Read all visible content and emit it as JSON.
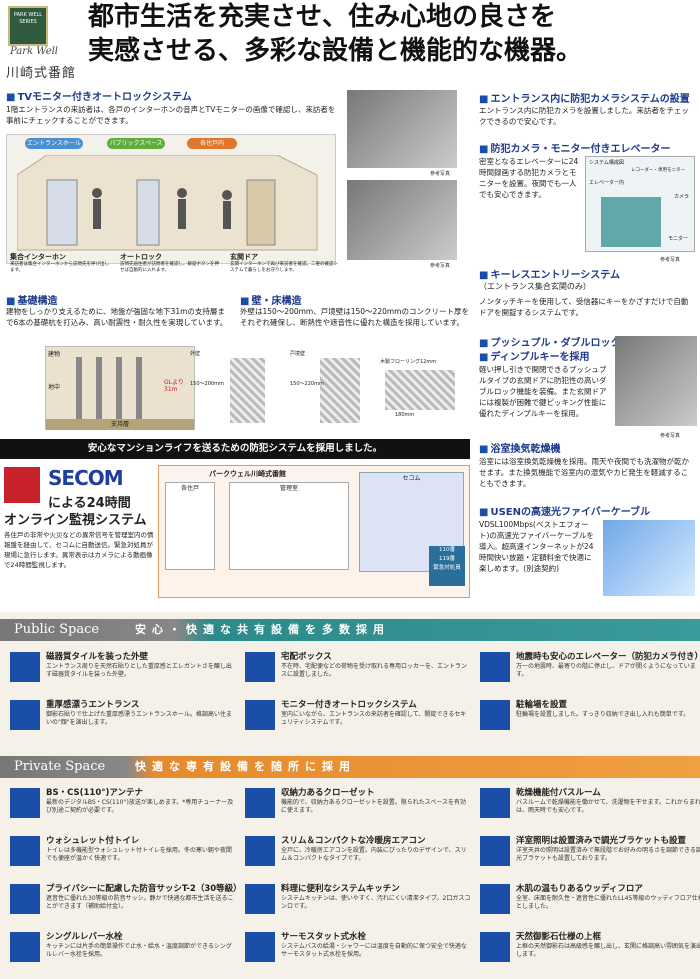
{
  "brand": {
    "logo_line1": "PARK WELL",
    "logo_line2": "SERIES",
    "logo_script": "Park Well",
    "logo_jp": "川崎式番館"
  },
  "headline": {
    "line1": "都市生活を充実させ、住み心地の良さを",
    "line2": "実感させる、多彩な設備と機能的な機器。"
  },
  "tv": {
    "title": "TVモニター付きオートロックシステム",
    "text": "1階エントランスの来訪者は、各戸のインターホンの音声とTVモニターの画像で確認し、来訪者を事前にチェックすることができます。",
    "pills": [
      "エントランスホール",
      "パブリックスペース",
      "各住戸内"
    ],
    "labels": [
      "集合インターホン",
      "オートロック",
      "玄関ドア"
    ],
    "label_descs": [
      "来訪者は集合インターホンから訪問先を呼び出します。",
      "訪問先居住者が訪問者を確認し、解錠ボタンを押せば自動的に入れます。",
      "玄関インターホンで再び来訪者を確認。二重の確認システムで暮らしをお守りします。"
    ]
  },
  "photo_captions": [
    "参考写真",
    "参考写真",
    "参考写真"
  ],
  "foundation": {
    "title": "基礎構造",
    "text": "建物をしっかり支えるために、地盤が強固な地下31mの支持層まで6本の基礎杭を打込み、高い耐震性・耐久性を実現しています。",
    "labels": [
      "建物",
      "地中",
      "GLより31m",
      "支持層"
    ]
  },
  "wall": {
    "title": "壁・床構造",
    "text": "外壁は150〜200mm、戸境壁は150〜220mmのコンクリート厚をそれぞれ確保し、断熱性や遮音性に優れた構造を採用しています。",
    "labels": [
      "外壁",
      "戸境壁",
      "木製フローリング12mm",
      "150〜200mm",
      "150〜220mm",
      "180mm"
    ]
  },
  "banner": "安心なマンションライフを送るための防犯システムを採用しました。",
  "secom": {
    "logo": "SECOM",
    "title1": "による24時間",
    "title2": "オンライン監視システム",
    "text": "各住戸の非常や火災などの異常信号を管理室内の情報盤を経由して、セコムに自動送信。緊急対処員が現場に急行します。異常表示はカメラによる動画像で24時間監視します。",
    "diagram_title": "パークウェル川崎式番館",
    "boxes": [
      "各住戸",
      "管理室",
      "セコム"
    ],
    "box_codes": [
      "110番",
      "119番",
      "緊急対処員"
    ]
  },
  "entrance_camera": {
    "title": "エントランス内に防犯カメラシステムの設置",
    "text": "エントランス内に防犯カメラを設置しました。来訪者をチェックできるので安心です。"
  },
  "elevator": {
    "title": "防犯カメラ・モニター付きエレベーター",
    "text": "密室となるエレベーターに24時間録画する防犯カメラとモニターを設置。夜間でも一人でも安心できます。",
    "diagram_labels": [
      "システム構成図",
      "エレベーター内",
      "レコーダー・専用モニター",
      "カメラ",
      "モニター"
    ]
  },
  "keyless": {
    "title": "キーレスエントリーシステム",
    "sub": "（エントランス集合玄関のみ）",
    "text": "ノンタッチキーを使用して、受信器にキーをかざすだけで自動ドアを開錠するシステムです。"
  },
  "dimple": {
    "title1": "プッシュプル・ダブルロックに",
    "title2": "ディンプルキーを採用",
    "text": "軽い押し引きで開閉できるプッシュプルタイプの玄関ドアに防犯性の高いダブルロック機能を装備。また玄関ドアには複製が困難で鍵ピッキング性能に優れたディンプルキーを採用。",
    "caption": "参考写真"
  },
  "bath": {
    "title": "浴室換気乾燥機",
    "text": "浴室には浴室換気乾燥機を採用。雨天や夜間でも洗濯物が乾かせます。また換気機能で浴室内の湿気やカビ発生を軽減することもできます。"
  },
  "usen": {
    "title": "USENの高速光ファイバーケーブル",
    "text": "VDSL100Mbps(ベストエフォート)の高速光ファイバーケーブルを導入。超高速インターネットが24時間快い放題・定額料金で快適に楽しめます。(別途契約)"
  },
  "public_header": {
    "en": "Public Space",
    "jp": "安心・快適な共有設備を多数採用"
  },
  "public_items": [
    {
      "icon": "tile",
      "title": "磁器質タイルを装った外壁",
      "desc": "エントランス周りを天然石貼りとした重厚感とエレガントさを醸し出す磁器質タイルを装った外壁。"
    },
    {
      "icon": "box",
      "title": "宅配ボックス",
      "desc": "不在時、宅配便などの荷物を受け取れる専用ロッカーを、エントランスに設置しました。"
    },
    {
      "icon": "elev",
      "title": "地震時も安心のエレベーター（防犯カメラ付き）",
      "desc": "万一の地震時、最寄りの階に停止し、ドアが開くようになっています。"
    },
    {
      "icon": "door",
      "title": "重厚感漂うエントランス",
      "desc": "御影石貼りで仕上げた重厚感漂うエントランスホール。格調高い住まいの\"顔\"を演出します。"
    },
    {
      "icon": "monitor",
      "title": "モニター付きオートロックシステム",
      "desc": "室内にいながら、エントランスの来訪者を確認して、開錠できるセキュリティシステムです。"
    },
    {
      "icon": "bike",
      "title": "駐輪場を設置",
      "desc": "駐輪場を設置しました。すっきり収納でき出し入れも簡単です。"
    }
  ],
  "private_header": {
    "en": "Private Space",
    "jp": "快適な専有設備を随所に採用"
  },
  "private_items": [
    {
      "icon": "110°CS",
      "title": "BS・CS(110°)アンテナ",
      "desc": "最新のデジタルBS・CS(110°)放送が楽しめます。*専用チューナー及び別途ご契約が必要です。"
    },
    {
      "icon": "closet",
      "title": "収納力あるクローゼット",
      "desc": "機能的で、収納力あるクローゼットを設置。限られたスペースを有効に使えます。"
    },
    {
      "icon": "DRY",
      "title": "乾燥機能付バスルーム",
      "desc": "バスルームで乾燥機能を働かせて、洗濯物を干せます。これからまれは、雨天時でも安心です。"
    },
    {
      "icon": "toilet",
      "title": "ウォシュレット付トイレ",
      "desc": "トイレは多機能型ウォシュレット付トイレを採用。冬の寒い朝や夜間でも便座が温かく快適です。"
    },
    {
      "icon": "Air-Con",
      "title": "スリム＆コンパクトな冷暖房エアコン",
      "desc": "全戸に、冷暖房エアコンを設置。内装にぴったりのデザインで、スリム＆コンパクトなタイプです。"
    },
    {
      "icon": "light",
      "title": "洋室照明は設置済みで調光ブラケットも設置",
      "desc": "洋室天井の照明は設置済みで無段階でお好みの明るさを調節できる調光ブラケットも設置しております。"
    },
    {
      "icon": "T-2",
      "title": "プライバシーに配慮した防音サッシT-2（30等級）",
      "desc": "遮音性に優れた30等級の防音サッシ。静かで快適な都市生活を送ることができます（補助給付金）。"
    },
    {
      "icon": "キッチン",
      "title": "料理に便利なシステムキッチン",
      "desc": "システムキッチンは、使いやすく、汚れにくい清潔タイプ。2口ガスコンロです。"
    },
    {
      "icon": "floor",
      "title": "木肌の温もりあるウッディフロア",
      "desc": "全室、床面を耐久性・遮音性に優れたLL45等級のウッディフロア仕様としました。"
    },
    {
      "icon": "lever",
      "title": "シングルレバー水栓",
      "desc": "キッチンには片手の簡単操作で止水・給水・温度調節ができるシングルレバー水栓を採用。"
    },
    {
      "icon": "thermo",
      "title": "サーモスタット式水栓",
      "desc": "システムバスの給湯・シャワーには温度を自動的に保つ安全で快適なサーモスタット式水栓を採用。"
    },
    {
      "icon": "stone",
      "title": "天然御影石仕様の上框",
      "desc": "上框の天然御影石は高級感を醸し出し、玄関に格調高い雰囲気を演出します。"
    }
  ]
}
